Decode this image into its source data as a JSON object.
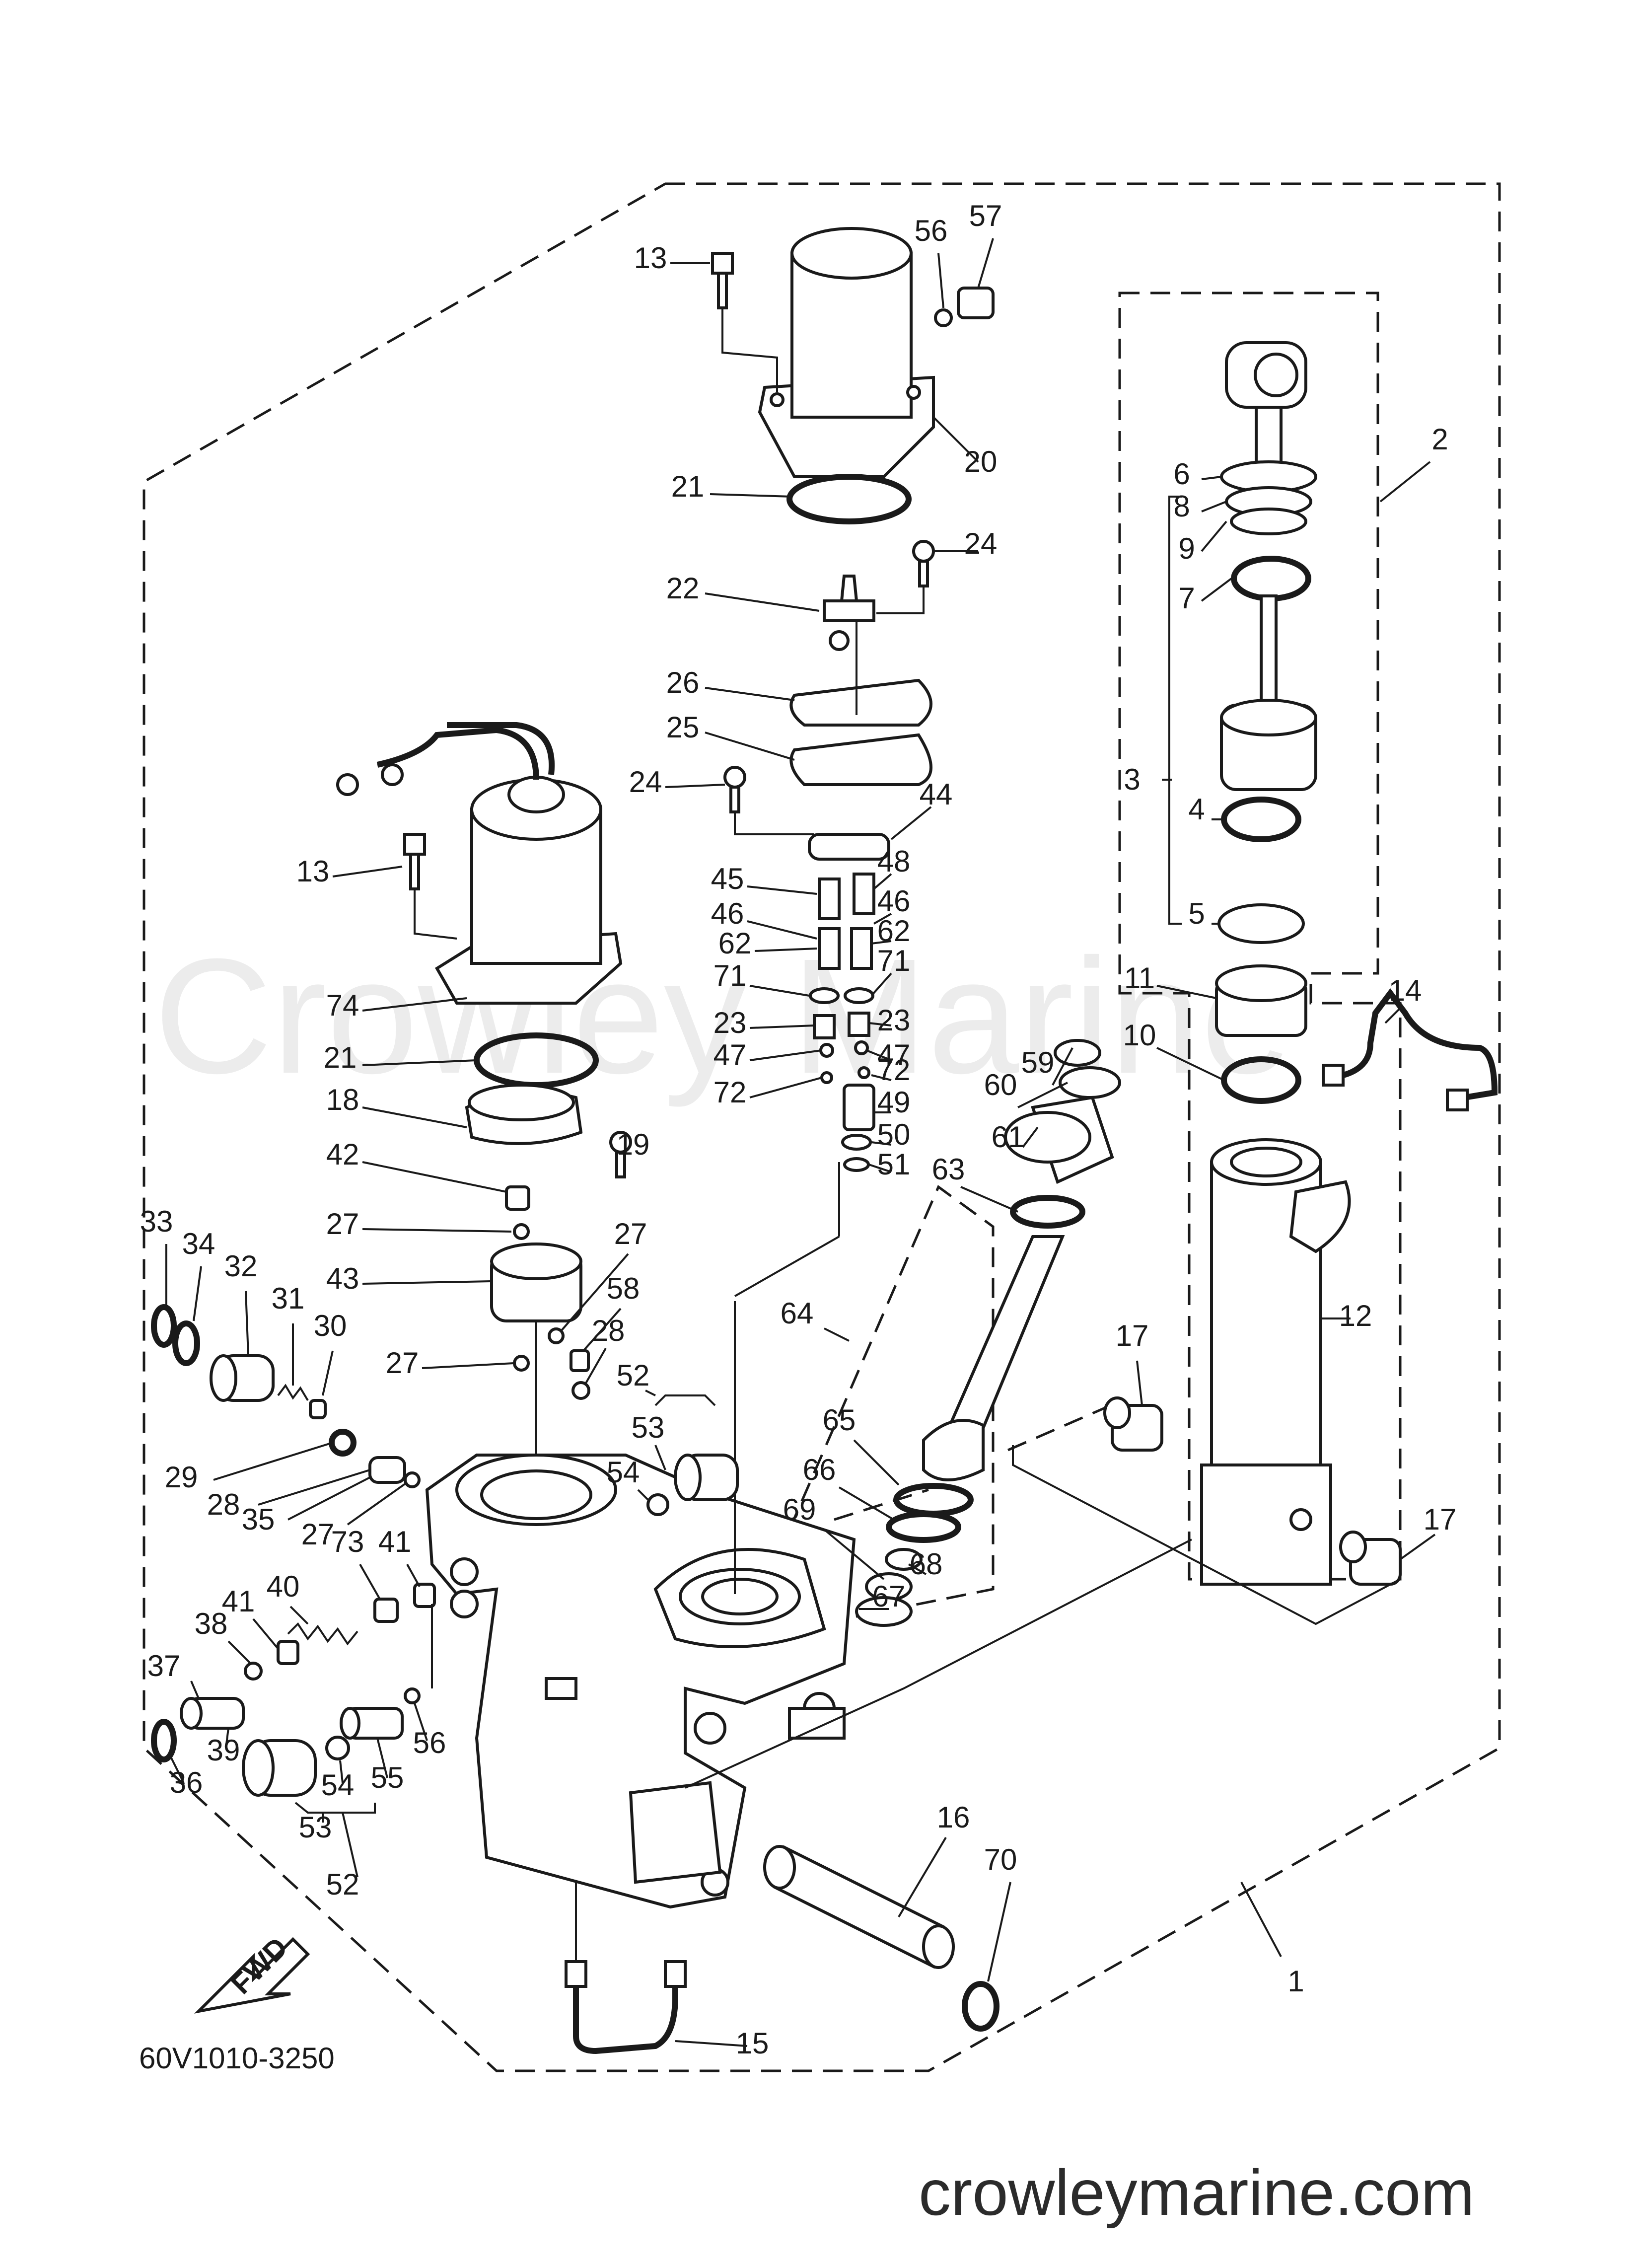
{
  "watermark": "Crowley Marine",
  "site": "crowleymarine.com",
  "diagram_code": "60V1010-3250",
  "fwd_label": "FWD",
  "callouts": [
    "1",
    "2",
    "3",
    "4",
    "5",
    "6",
    "7",
    "8",
    "9",
    "10",
    "11",
    "12",
    "13",
    "14",
    "15",
    "16",
    "17",
    "18",
    "19",
    "20",
    "21",
    "22",
    "23",
    "24",
    "25",
    "26",
    "27",
    "28",
    "29",
    "30",
    "31",
    "32",
    "33",
    "34",
    "35",
    "36",
    "37",
    "38",
    "39",
    "40",
    "41",
    "42",
    "43",
    "44",
    "45",
    "46",
    "47",
    "48",
    "49",
    "50",
    "51",
    "52",
    "53",
    "54",
    "55",
    "56",
    "57",
    "58",
    "59",
    "60",
    "61",
    "62",
    "63",
    "64",
    "65",
    "66",
    "67",
    "68",
    "69",
    "70",
    "71",
    "72",
    "73",
    "74"
  ]
}
